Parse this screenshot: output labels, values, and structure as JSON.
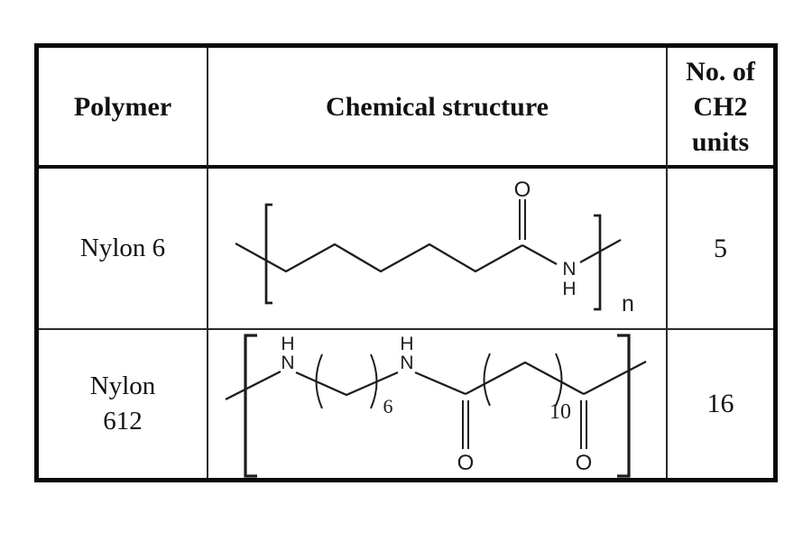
{
  "table": {
    "header": {
      "col1": "Polymer",
      "col2": "Chemical structure",
      "col3_lines": [
        "No. of",
        "CH2",
        "units"
      ]
    },
    "rows": [
      {
        "polymer": "Nylon 6",
        "ch2_units": "5"
      },
      {
        "polymer_lines": [
          "Nylon",
          "612"
        ],
        "ch2_units": "16"
      }
    ]
  },
  "structures": {
    "nylon6": {
      "atom_o": "O",
      "atom_n": "N",
      "atom_h": "H",
      "repeat_subscript": "n"
    },
    "nylon612": {
      "atom_h1": "H",
      "atom_n1": "N",
      "atom_h2": "H",
      "atom_n2": "N",
      "atom_o1": "O",
      "atom_o2": "O",
      "subscript_ch2_6": "6",
      "subscript_ch2_10": "10"
    }
  },
  "colors": {
    "ink": "#1d1d1d",
    "border": "#0a0a0a",
    "background": "#ffffff"
  }
}
